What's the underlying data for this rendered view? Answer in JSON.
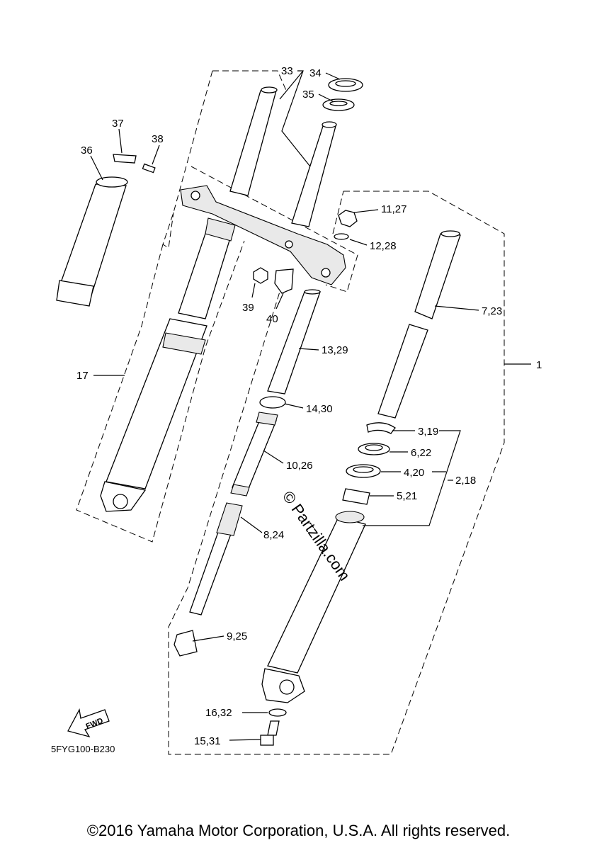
{
  "diagram": {
    "part_labels": [
      {
        "id": "p1",
        "text": "1"
      },
      {
        "id": "p2",
        "text": "2,18"
      },
      {
        "id": "p3",
        "text": "3,19"
      },
      {
        "id": "p4",
        "text": "4,20"
      },
      {
        "id": "p5",
        "text": "5,21"
      },
      {
        "id": "p6",
        "text": "6,22"
      },
      {
        "id": "p7",
        "text": "7,23"
      },
      {
        "id": "p8",
        "text": "8,24"
      },
      {
        "id": "p9",
        "text": "9,25"
      },
      {
        "id": "p10",
        "text": "10,26"
      },
      {
        "id": "p11",
        "text": "11,27"
      },
      {
        "id": "p12",
        "text": "12,28"
      },
      {
        "id": "p13",
        "text": "13,29"
      },
      {
        "id": "p14",
        "text": "14,30"
      },
      {
        "id": "p15",
        "text": "15,31"
      },
      {
        "id": "p16",
        "text": "16,32"
      },
      {
        "id": "p17",
        "text": "17"
      },
      {
        "id": "p33",
        "text": "33"
      },
      {
        "id": "p34",
        "text": "34"
      },
      {
        "id": "p35",
        "text": "35"
      },
      {
        "id": "p36",
        "text": "36"
      },
      {
        "id": "p37",
        "text": "37"
      },
      {
        "id": "p38",
        "text": "38"
      },
      {
        "id": "p39",
        "text": "39"
      },
      {
        "id": "p40",
        "text": "40"
      }
    ],
    "diagram_code": "5FYG100-B230",
    "fwd_label": "FWD",
    "watermark": "© Partzilla.com"
  },
  "footer": {
    "copyright": "©2016 Yamaha Motor Corporation, U.S.A. All rights reserved."
  }
}
